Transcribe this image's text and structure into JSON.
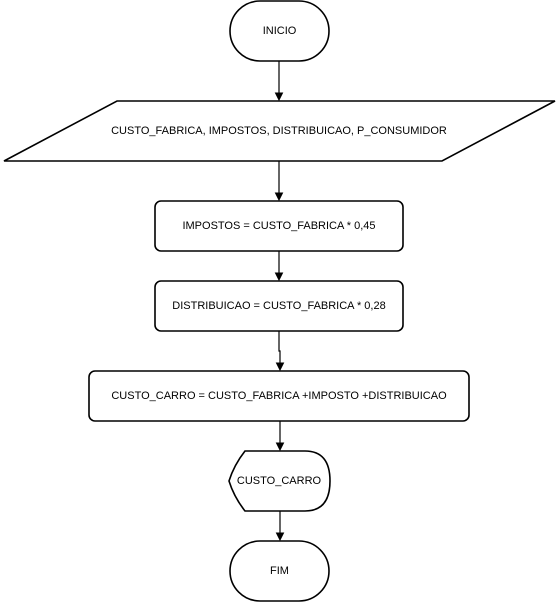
{
  "diagram": {
    "type": "flowchart",
    "nodes": [
      {
        "id": "start",
        "shape": "terminator",
        "label": "INICIO"
      },
      {
        "id": "input",
        "shape": "parallelogram",
        "label": "CUSTO_FABRICA, IMPOSTOS, DISTRIBUICAO, P_CONSUMIDOR"
      },
      {
        "id": "calc_impostos",
        "shape": "process",
        "label": "IMPOSTOS = CUSTO_FABRICA * 0,45"
      },
      {
        "id": "calc_distribuicao",
        "shape": "process",
        "label": "DISTRIBUICAO = CUSTO_FABRICA * 0,28"
      },
      {
        "id": "calc_custo_carro",
        "shape": "process",
        "label": "CUSTO_CARRO = CUSTO_FABRICA +IMPOSTO +DISTRIBUICAO"
      },
      {
        "id": "display",
        "shape": "display",
        "label": "CUSTO_CARRO"
      },
      {
        "id": "end",
        "shape": "terminator",
        "label": "FIM"
      }
    ],
    "edges": [
      {
        "from": "start",
        "to": "input"
      },
      {
        "from": "input",
        "to": "calc_impostos"
      },
      {
        "from": "calc_impostos",
        "to": "calc_distribuicao"
      },
      {
        "from": "calc_distribuicao",
        "to": "calc_custo_carro"
      },
      {
        "from": "calc_custo_carro",
        "to": "display"
      },
      {
        "from": "display",
        "to": "end"
      }
    ],
    "colors": {
      "stroke": "#000000",
      "fill": "#ffffff",
      "text": "#000000"
    }
  }
}
